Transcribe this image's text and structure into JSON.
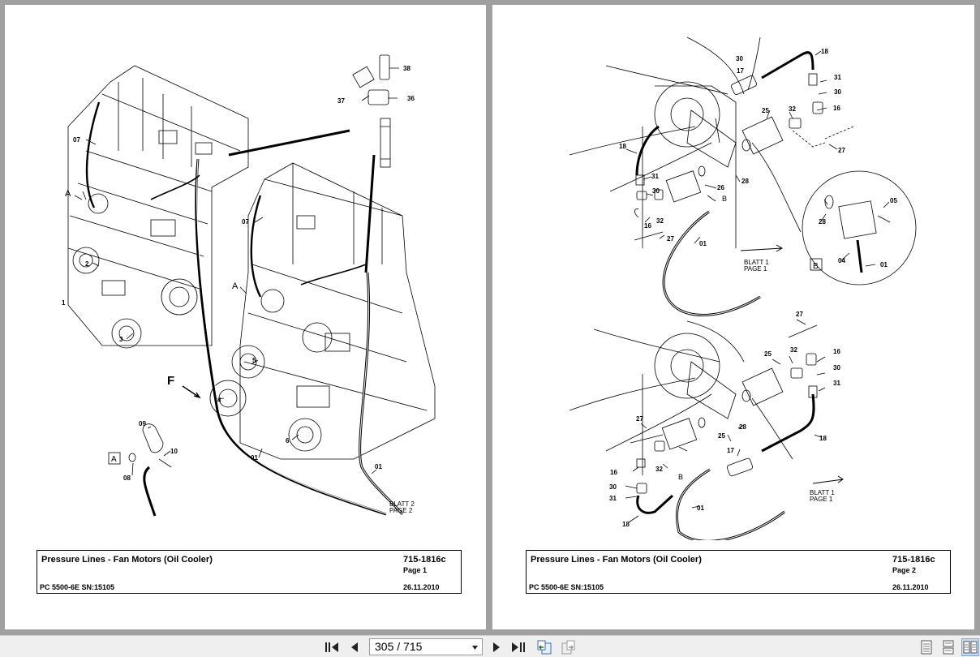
{
  "viewer": {
    "page_indicator": "305 / 715"
  },
  "left_page": {
    "title": "Pressure Lines - Fan Motors (Oil Cooler)",
    "number": "715-1816c",
    "page": "Page 1",
    "model": "PC 5500-6E SN:15105",
    "date": "26.11.2010",
    "callouts": {
      "c07a": "07",
      "c37": "37",
      "c38": "38",
      "c36": "36",
      "c07b": "07",
      "c2": "2",
      "c1": "1",
      "c3": "3",
      "c5": "5",
      "c4": "4",
      "c6": "6",
      "c01a": "01",
      "c01b": "01",
      "c09": "09",
      "c10": "10",
      "c08": "08"
    },
    "letters": {
      "A1": "A",
      "A2": "A",
      "F": "F",
      "A_box": "A"
    },
    "blatt": {
      "line1": "BLATT 2",
      "line2": "PAGE 2"
    }
  },
  "right_page": {
    "title": "Pressure Lines - Fan Motors (Oil Cooler)",
    "number": "715-1816c",
    "page": "Page 2",
    "model": "PC 5500-6E SN:15105",
    "date": "26.11.2010",
    "top": {
      "c18a": "18",
      "c30a": "30",
      "c17a": "17",
      "c31a": "31",
      "c30b": "30",
      "c16a": "16",
      "c25a": "25",
      "c32a": "32",
      "c27a": "27",
      "c18b": "18",
      "c31b": "31",
      "c30c": "30",
      "c26": "26",
      "c28a": "28",
      "c16b": "16",
      "c32b": "32",
      "c27b": "27",
      "c01a": "01",
      "B": "B"
    },
    "detail": {
      "c05": "05",
      "c28": "28",
      "c04": "04",
      "c01": "01",
      "box_B": "B"
    },
    "blatt1": {
      "line1": "BLATT 1",
      "line2": "PAGE 1"
    },
    "bottom": {
      "c27a": "27",
      "c25a": "25",
      "c32a": "32",
      "c16a": "16",
      "c30a": "30",
      "c31a": "31",
      "c28": "28",
      "c27b": "27",
      "c25b": "25",
      "c18a": "18",
      "c17": "17",
      "c16b": "16",
      "c32b": "32",
      "c30b": "30",
      "c31b": "31",
      "c18b": "18",
      "c01": "01",
      "B": "B"
    },
    "blatt2": {
      "line1": "BLATT 1",
      "line2": "PAGE 1"
    }
  },
  "icons": [
    "first-page-icon",
    "previous-page-icon",
    "next-page-icon",
    "last-page-icon",
    "go-back-view-icon",
    "go-forward-view-icon",
    "single-page-view-icon",
    "continuous-view-icon",
    "two-page-view-icon"
  ]
}
